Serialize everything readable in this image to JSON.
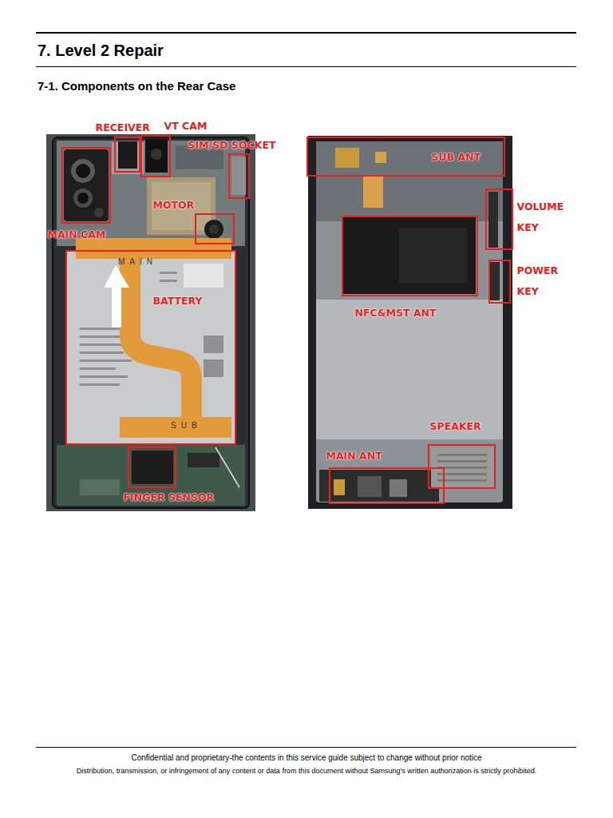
{
  "diagram": {
    "title": "7. Level 2 Repair",
    "nodes": [
      {
        "text": [
          "RECEIVER"
        ]
      },
      {
        "text": [
          "VT CAM"
        ]
      },
      {
        "text": [
          "SIM/SD SOCKET"
        ]
      },
      {
        "text": [
          "MAIN CAM"
        ]
      },
      {
        "text": [
          "MOTOR"
        ]
      },
      {
        "text": [
          "BATTERY"
        ]
      },
      {
        "text": [
          "FINGER SENSOR"
        ]
      },
      {
        "text": [
          "SUB ANT"
        ]
      },
      {
        "text": [
          "VOLUME KEY"
        ]
      },
      {
        "text": [
          "NFC&MST ANT"
        ]
      },
      {
        "text": [
          "POWER KEY"
        ]
      },
      {
        "text": [
          "SPEAKER"
        ]
      },
      {
        "text": [
          "MAIN ANT"
        ]
      }
    ],
    "labels": [
      "7-1. Components on the Rear Case",
      "MAIN",
      "SUB",
      "Confidential and proprietary-the contents in this service guide subject to change without prior notice",
      "Distribution, transmission, or infringement of any content or data from this document without Samsung's written authorization is strictly prohibited."
    ]
  }
}
